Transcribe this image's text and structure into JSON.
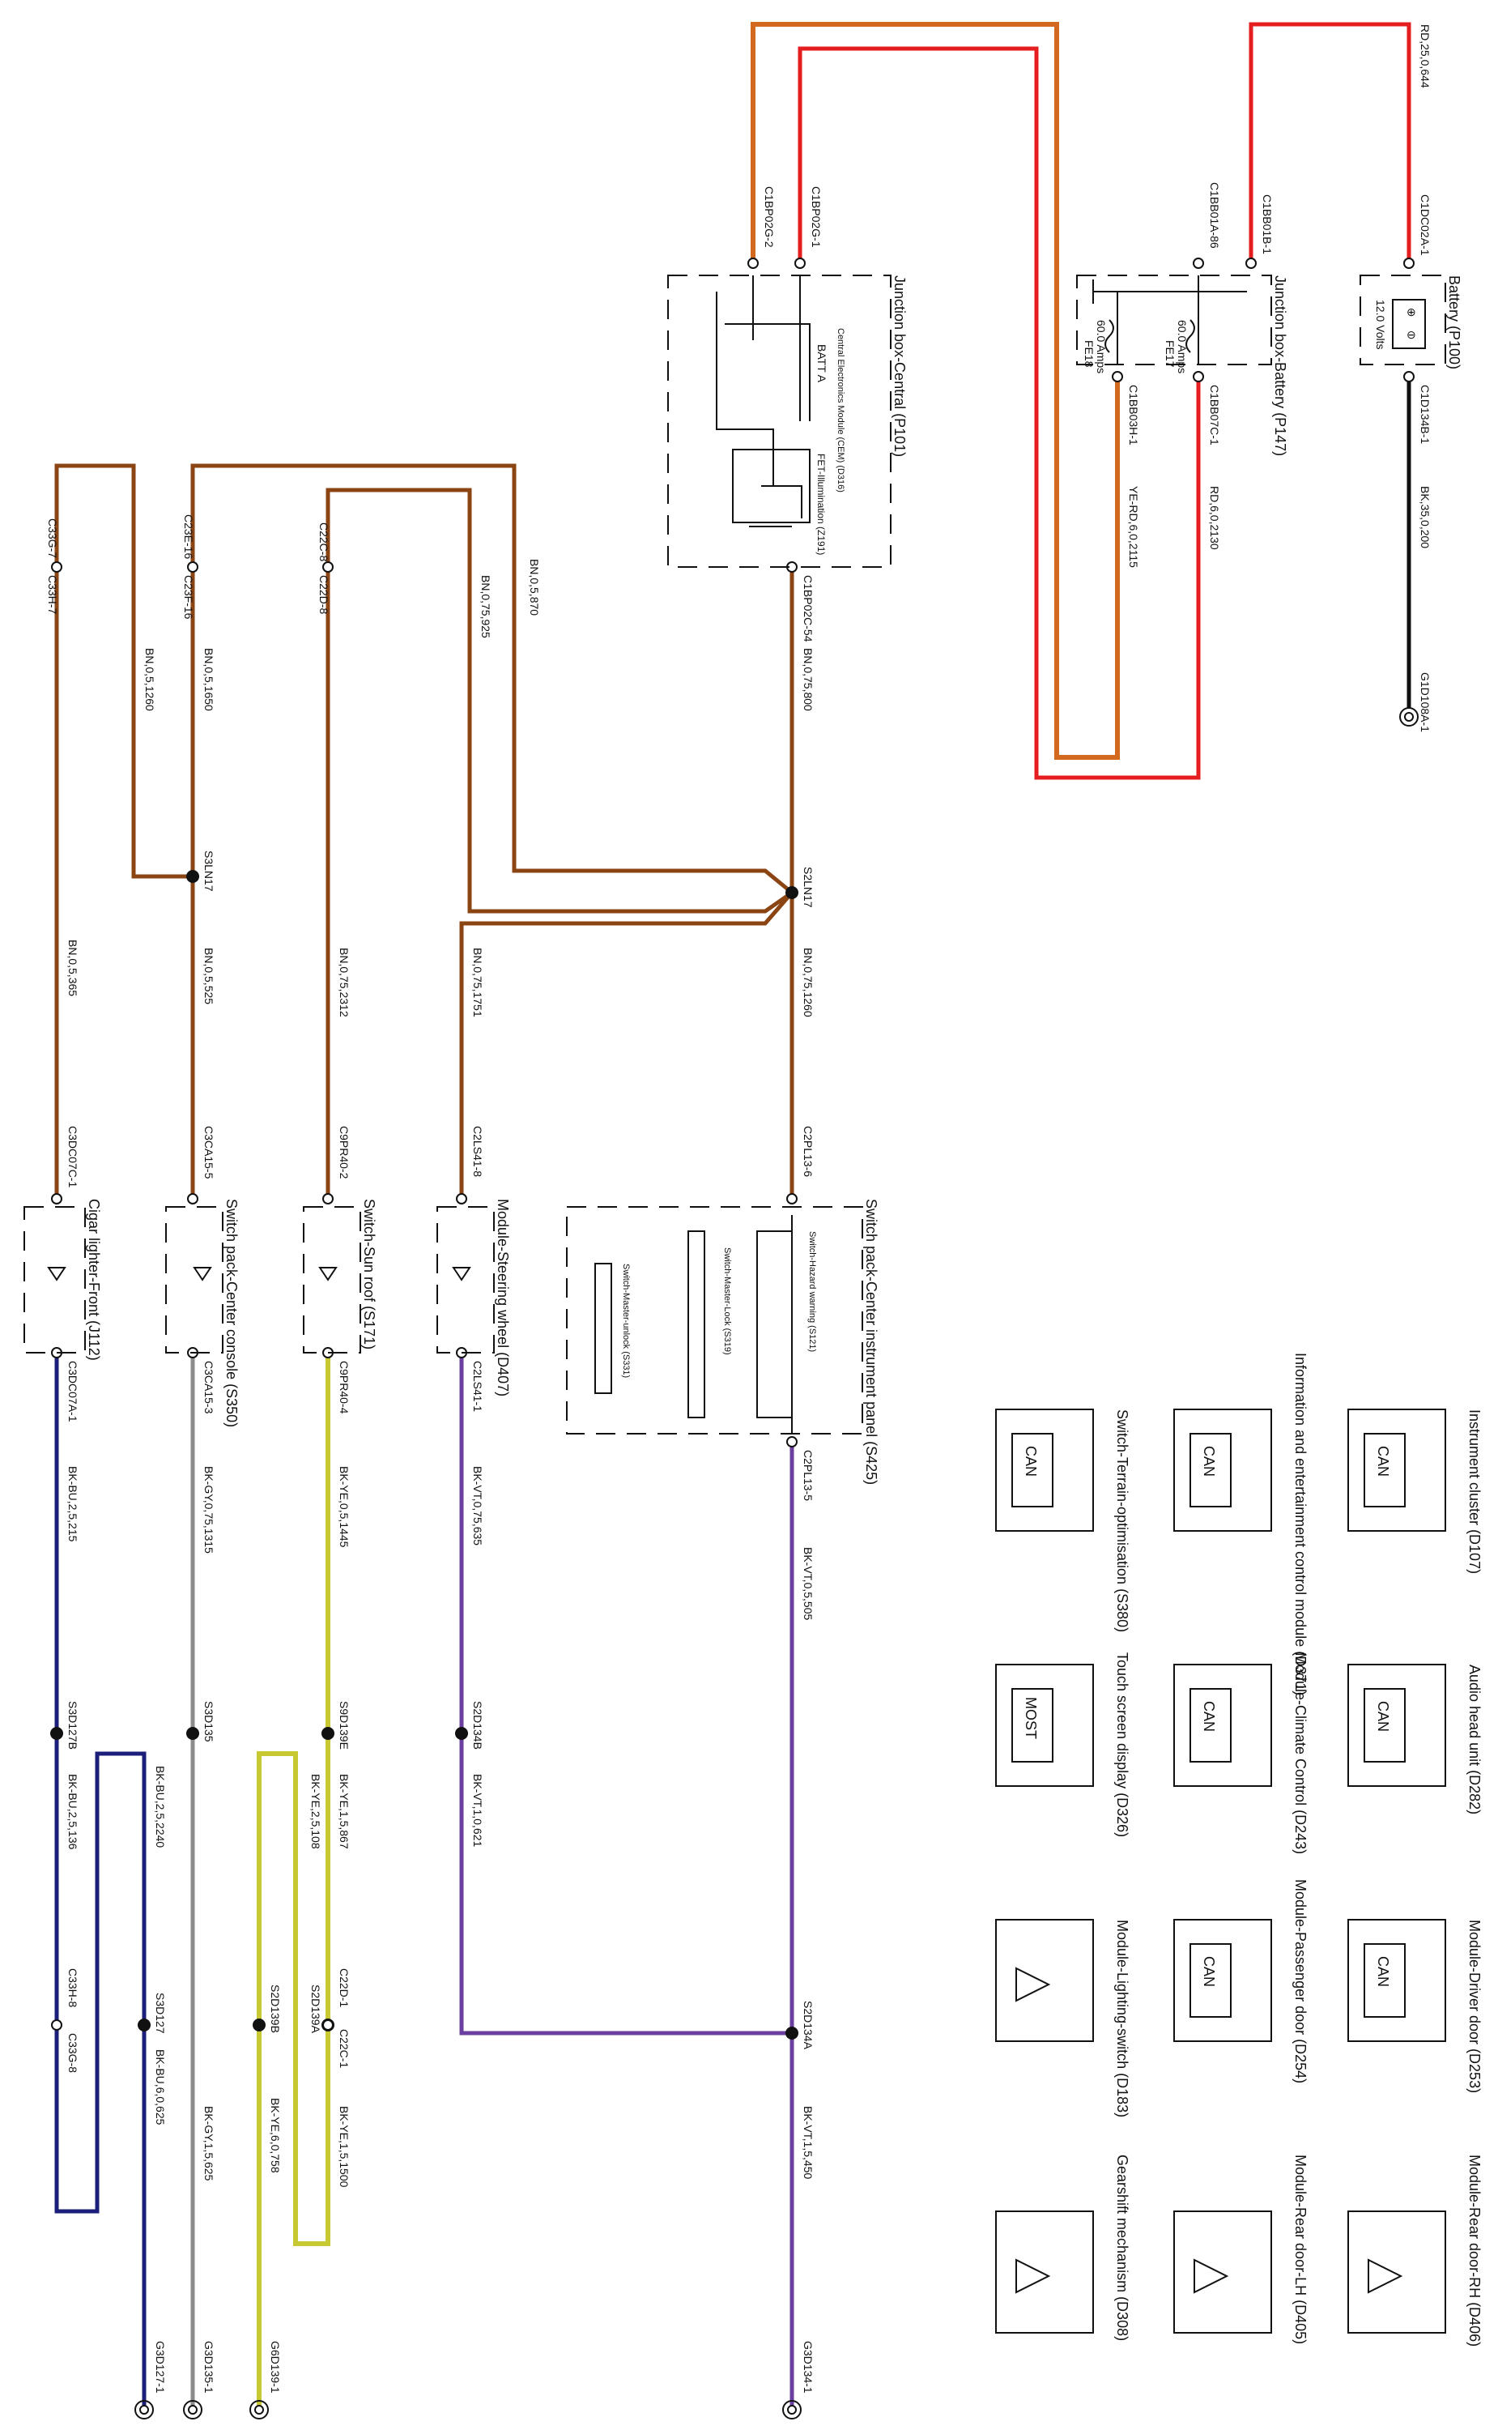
{
  "colors": {
    "red": "#e41e1e",
    "orange": "#d2691e",
    "brown": "#8b4513",
    "black": "#111111",
    "navy": "#1b1f7a",
    "purple": "#6a3fa0",
    "gray": "#8c8c8c",
    "yellow": "#c8c832"
  },
  "components": {
    "battery": {
      "title": "Battery (P100)",
      "voltage": "12.0 Volts"
    },
    "jb_battery": {
      "title": "Junction box-Battery (P147)",
      "fuse1_name": "FE17",
      "fuse1_rating": "60.0 Amps",
      "fuse2_name": "FE18",
      "fuse2_rating": "60.0 Amps"
    },
    "jb_central": {
      "title": "Junction box-Central (P101)",
      "cem": "Central Electronics Module (CEM) (D316)",
      "batt": "BATT A",
      "fet": "FET-Illumination (Z191)"
    },
    "sw_center": {
      "title": "Switch pack-Center instrument panel (S425)",
      "hazard": "Switch-Hazard warning (S121)",
      "lock": "Switch-Master-Lock (S319)",
      "unlock": "Switch-Master-unlock (S331)"
    },
    "steering": {
      "title": "Module-Steering wheel (D407)"
    },
    "sunroof": {
      "title": "Switch-Sun roof (S171)"
    },
    "console": {
      "title": "Switch pack-Center console (S350)"
    },
    "cigar": {
      "title": "Cigar lighter-Front (J112)"
    }
  },
  "modules": [
    {
      "name": "Instrument cluster (D107)",
      "type": "CAN"
    },
    {
      "name": "Audio head unit (D282)",
      "type": "CAN"
    },
    {
      "name": "Module-Driver door (D253)",
      "type": "CAN"
    },
    {
      "name": "Module-Rear door-RH (D406)",
      "type": ""
    },
    {
      "name": "Information and entertainment control module (D371)",
      "type": "CAN"
    },
    {
      "name": "Module-Climate Control (D243)",
      "type": "CAN"
    },
    {
      "name": "Module-Passenger door (D254)",
      "type": "CAN"
    },
    {
      "name": "Module-Rear door-LH (D405)",
      "type": ""
    },
    {
      "name": "Switch-Terrain-optimisation (S380)",
      "type": "CAN"
    },
    {
      "name": "Touch screen display (D326)",
      "type": "MOST"
    },
    {
      "name": "Module-Lighting-switch (D183)",
      "type": ""
    },
    {
      "name": "Gearshift mechanism (D308)",
      "type": ""
    }
  ],
  "connectors": {
    "c1dc02a": "C1DC02A-1",
    "c1d134b": "C1D134B-1",
    "g1d108a": "G1D108A-1",
    "c1bb01b": "C1BB01B-1",
    "c1bb01a": "C1BB01A-86",
    "c1bb07c": "C1BB07C-1",
    "c1bb03h": "C1BB03H-1",
    "c1bp02g2": "C1BP02G-2",
    "c1bp02g1": "C1BP02G-1",
    "c1bp02c": "C1BP02C-54",
    "c33g7": "C33G-7",
    "c33h7": "C33H-7",
    "c23e16": "C23E-16",
    "c23f16": "C23F-16",
    "c22c8": "C22C-8",
    "c22d8": "C22D-8",
    "s3ln17": "S3LN17",
    "s2ln17": "S2LN17",
    "c3dc07c": "C3DC07C-1",
    "c3ca15_5": "C3CA15-5",
    "c9pr40_2": "C9PR40-2",
    "c2ls41_8": "C2LS41-8",
    "c2pl13_6": "C2PL13-6",
    "c3dc07a": "C3DC07A-1",
    "c3ca15_3": "C3CA15-3",
    "c9pr40_4": "C9PR40-4",
    "c2ls41_1": "C2LS41-1",
    "c2pl13_5": "C2PL13-5",
    "s3d127b": "S3D127B",
    "s3d135": "S3D135",
    "s9d139e": "S9D139E",
    "s2d134b": "S2D134B",
    "c33h8": "C33H-8",
    "c33g8": "C33G-8",
    "s3d127": "S3D127",
    "s2d139b": "S2D139B",
    "c22d1": "C22D-1",
    "c22c1": "C22C-1",
    "s2d139a": "S2D139A",
    "s2d134a": "S2D134A",
    "g3d127": "G3D127-1",
    "g3d135": "G3D135-1",
    "g6d139": "G6D139-1",
    "g3d134": "G3D134-1"
  },
  "wires": {
    "w_rd25": "RD,25,0,644",
    "w_bk35": "BK,35,0,200",
    "w_rd6": "RD,6,0,2130",
    "w_yerd6": "YE-RD,6,0,2115",
    "w_bn75_800": "BN,0,75,800",
    "w_bn5_870": "BN,0,5,870",
    "w_bn75_925": "BN,0,75,925",
    "w_bn5_1650": "BN,0,5,1650",
    "w_bn5_1260": "BN,0,5,1260",
    "w_bn5_365": "BN,0,5,365",
    "w_bn5_525": "BN,0,5,525",
    "w_bn75_2312": "BN,0,75,2312",
    "w_bn75_1751": "BN,0,75,1751",
    "w_bn75_1260": "BN,0,75,1260",
    "w_bkbu25_215": "BK-BU,2,5,215",
    "w_bkgy75_1315": "BK-GY,0,75,1315",
    "w_bkye5_1445": "BK-YE,0,5,1445",
    "w_bkvt75_635": "BK-VT,0,75,635",
    "w_bkvt5_505": "BK-VT,0,5,505",
    "w_bkbu25_136": "BK-BU,2,5,136",
    "w_bkbu25_2240": "BK-BU,2,5,2240",
    "w_bkye15_867": "BK-YE,1,5,867",
    "w_bkye25_108": "BK-YE,2,5,108",
    "w_bkvt1_621": "BK-VT,1,0,621",
    "w_bkbu6_625": "BK-BU,6,0,625",
    "w_bkgy15_625": "BK-GY,1,5,625",
    "w_bkye6_758": "BK-YE,6,0,758",
    "w_bkye15_1500": "BK-YE,1,5,1500",
    "w_bkvt15_450": "BK-VT,1,5,450"
  }
}
